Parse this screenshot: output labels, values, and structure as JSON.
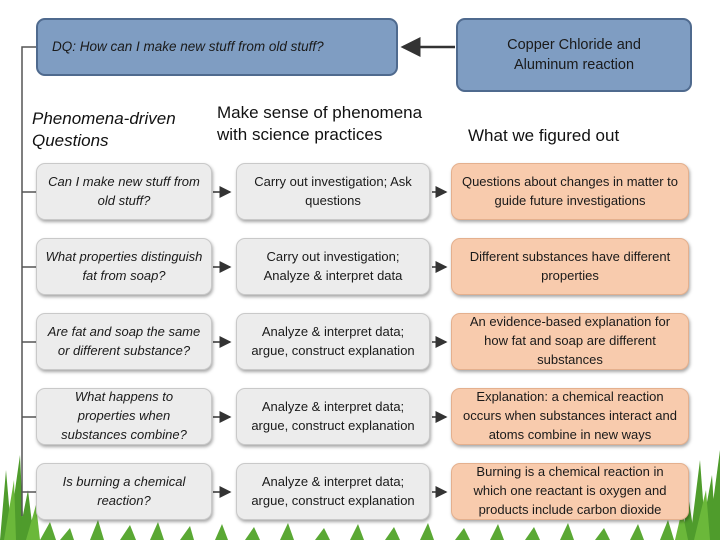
{
  "header": {
    "dq": "DQ: How can I make new stuff from old stuff?",
    "anchor": "Copper Chloride and Aluminum reaction"
  },
  "columns": {
    "questions": "Phenomena-driven Questions",
    "practices": "Make sense of phenomena with science practices",
    "figured": "What we figured out"
  },
  "rows": [
    {
      "question": "Can I make new stuff from old stuff?",
      "practice": "Carry out investigation; Ask questions",
      "figured": "Questions about changes in matter to guide future investigations"
    },
    {
      "question": "What properties distinguish fat from soap?",
      "practice": "Carry out investigation; Analyze & interpret data",
      "figured": "Different substances have different properties"
    },
    {
      "question": "Are fat and soap the same or different substance?",
      "practice": "Analyze & interpret data; argue, construct explanation",
      "figured": "An evidence-based explanation for how fat and soap are different substances"
    },
    {
      "question": "What happens to properties when substances combine?",
      "practice": "Analyze & interpret data; argue, construct explanation",
      "figured": "Explanation: a chemical reaction occurs when substances interact and atoms combine in new ways"
    },
    {
      "question": "Is burning a chemical reaction?",
      "practice": "Analyze & interpret data; argue, construct explanation",
      "figured": "Burning is a chemical reaction in which one reactant is oxygen and products include carbon dioxide"
    }
  ],
  "colors": {
    "blue": "#7f9dc2",
    "grey": "#ececec",
    "peach": "#f8cbad",
    "grass": "#4a9a2a"
  }
}
